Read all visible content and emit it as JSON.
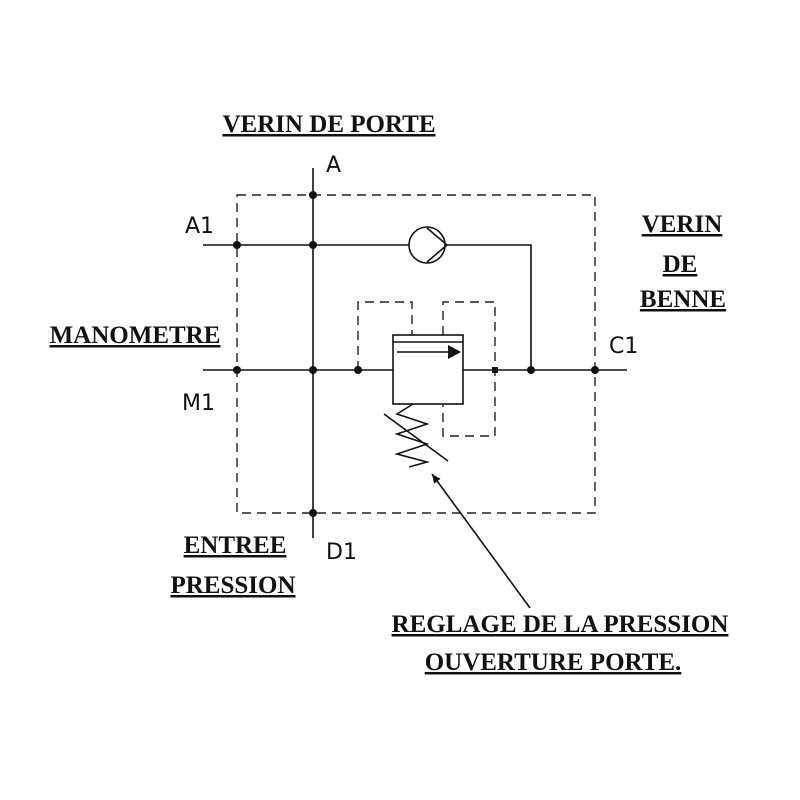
{
  "labels": {
    "verin_porte": "VERIN DE PORTE",
    "verin_benne_1": "VERIN",
    "verin_benne_2": "DE",
    "verin_benne_3": "BENNE",
    "manometre": "MANOMETRE",
    "entree_1": "ENTREE",
    "entree_2": "PRESSION",
    "reglage_1": "REGLAGE DE LA PRESSION",
    "reglage_2": "OUVERTURE PORTE."
  },
  "ports": {
    "a": "A",
    "a1": "A1",
    "m1": "M1",
    "c1": "C1",
    "d1": "D1"
  }
}
